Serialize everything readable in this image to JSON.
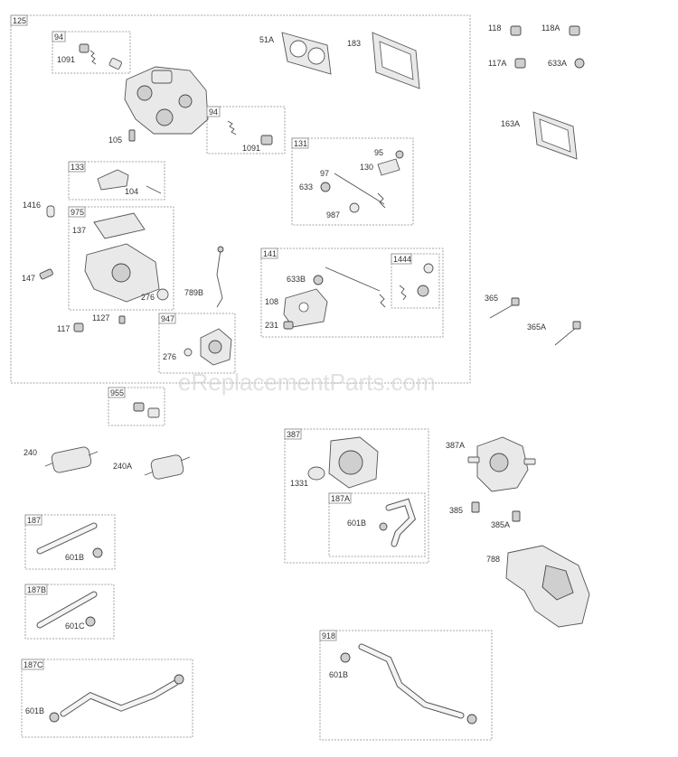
{
  "watermark": "eReplacementParts.com",
  "group_labels": {
    "g125": "125",
    "g94a": "94",
    "g94b": "94",
    "g131": "131",
    "g133": "133",
    "g975": "975",
    "g141": "141",
    "g1444": "1444",
    "g947": "947",
    "g955": "955",
    "g387": "387",
    "g187A": "187A",
    "g187": "187",
    "g187B": "187B",
    "g187C": "187C",
    "g918": "918"
  },
  "callouts": {
    "c1091a": "1091",
    "c51A": "51A",
    "c183": "183",
    "c118": "118",
    "c118A": "118A",
    "c117A": "117A",
    "c633A": "633A",
    "c163A": "163A",
    "c105": "105",
    "c1091b": "1091",
    "c95": "95",
    "c130": "130",
    "c97": "97",
    "c633": "633",
    "c987": "987",
    "c104": "104",
    "c1416": "1416",
    "c137": "137",
    "c147": "147",
    "c276a": "276",
    "c789B": "789B",
    "c633B": "633B",
    "c108": "108",
    "c231": "231",
    "c365": "365",
    "c365A": "365A",
    "c1127": "1127",
    "c117": "117",
    "c276b": "276",
    "c240": "240",
    "c240A": "240A",
    "c1331": "1331",
    "c387A": "387A",
    "c601Ba": "601B",
    "c385": "385",
    "c385A": "385A",
    "c601Bb": "601B",
    "c788": "788",
    "c601C": "601C",
    "c601Bc": "601B",
    "c601Bd": "601B"
  }
}
